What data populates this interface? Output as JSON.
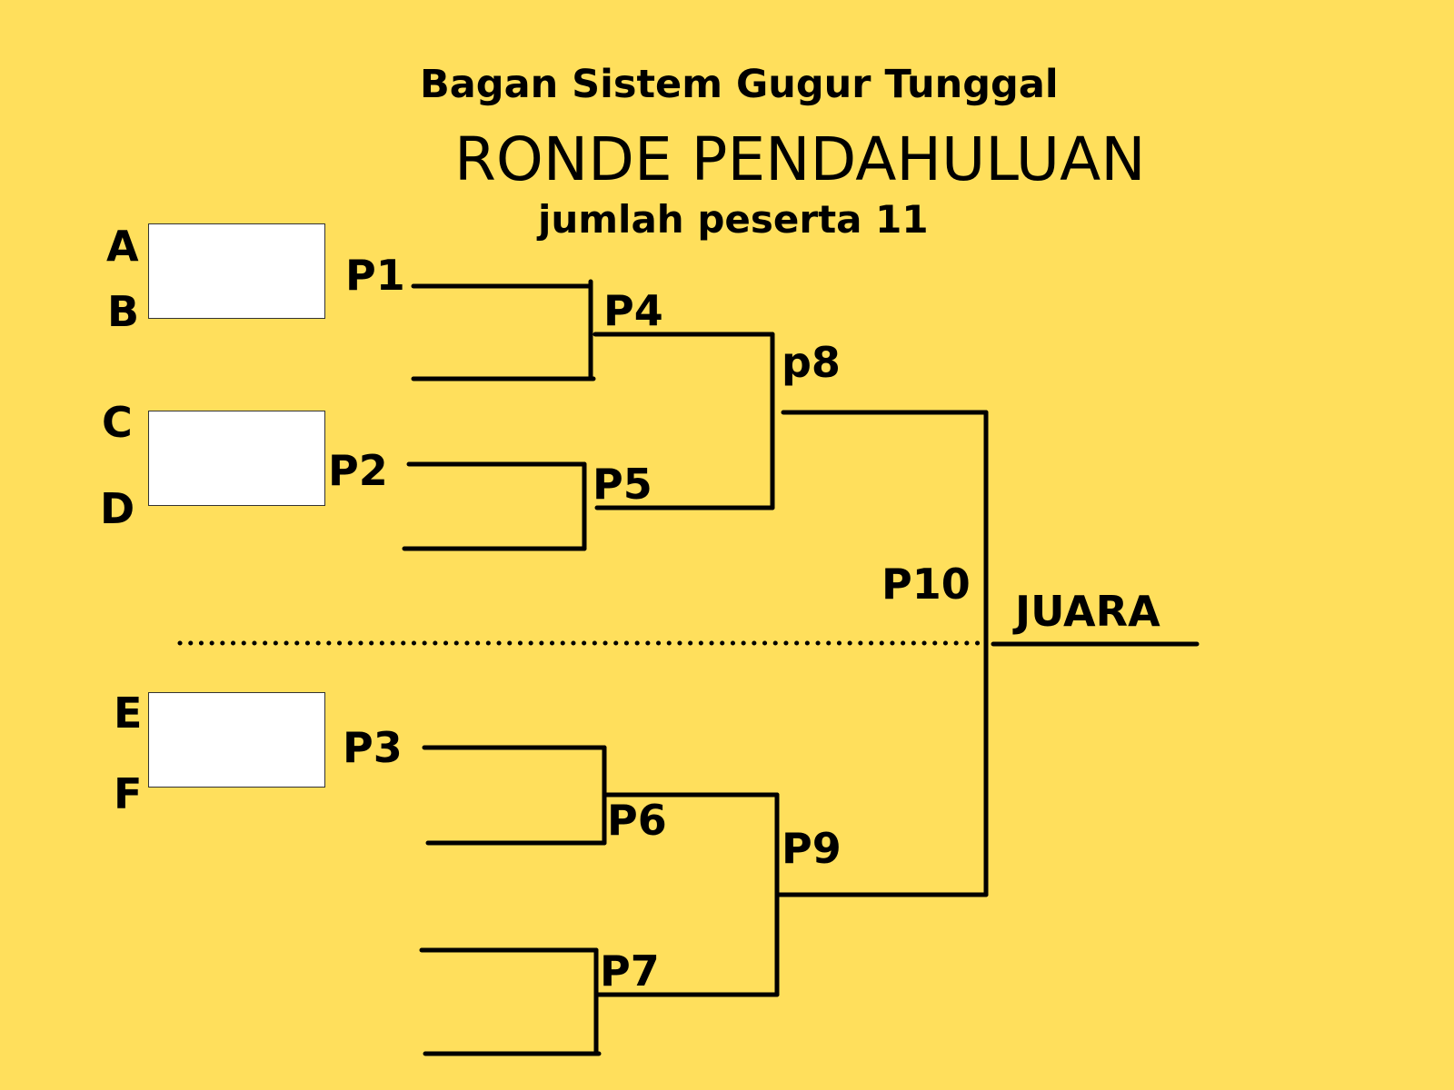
{
  "header": {
    "title": "Bagan Sistem Gugur Tunggal",
    "subtitle": "RONDE PENDAHULUAN",
    "participant_count": "jumlah peserta 11"
  },
  "participants": [
    "A",
    "B",
    "C",
    "D",
    "E",
    "F"
  ],
  "matches": {
    "p1": "P1",
    "p2": "P2",
    "p3": "P3",
    "p4": "P4",
    "p5": "P5",
    "p6": "P6",
    "p7": "P7",
    "p8": "p8",
    "p9": "P9",
    "p10": "P10"
  },
  "champion": "JUARA",
  "colors": {
    "background": "#FFDF5C",
    "line": "#000000",
    "box": "#FFFFFF"
  }
}
